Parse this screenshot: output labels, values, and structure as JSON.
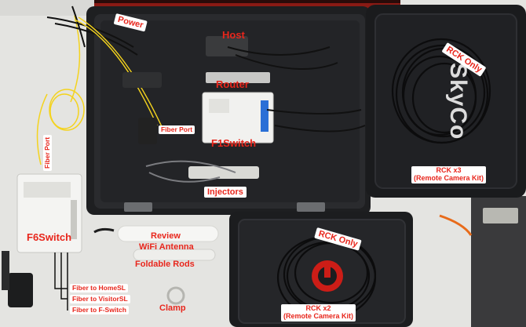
{
  "labels": {
    "power": "Power",
    "host": "Host",
    "router": "Router",
    "fiber_port_top": "Fiber Port",
    "f1switch": "F1Switch",
    "injectors": "Injectors",
    "fiber_port_side": "Fiber Port",
    "f6switch": "F6Switch",
    "review": "Review",
    "wifi_antenna": "WiFi Antenna",
    "foldable_rods": "Foldable Rods",
    "clamp": "Clamp",
    "fiber_home": "Fiber to HomeSL",
    "fiber_visitor": "Fiber to VisitorSL",
    "fiber_fswitch": "Fiber to F-Switch",
    "rck_only_top": "RCK Only",
    "rck_only_bottom": "RCK Only",
    "rck_x3_line1": "RCK x3",
    "rck_x3_line2": "(Remote Camera Kit)",
    "rck_x2_line1": "RCK x2",
    "rck_x2_line2": "(Remote Camera Kit)"
  },
  "brand_text": "SkyCo",
  "colors": {
    "label_text": "#e8261c",
    "label_bg": "#ffffff",
    "case_black": "#1e1f21",
    "case_red": "#8a1a14",
    "fiber_yellow": "#f4d31e",
    "cable_blue": "#2a6fd6"
  }
}
